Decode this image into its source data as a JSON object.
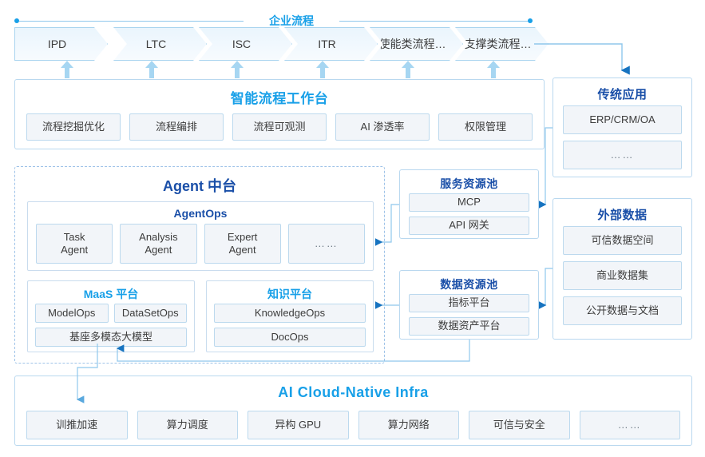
{
  "band": {
    "label": "企业流程"
  },
  "chevrons": [
    {
      "label": "IPD"
    },
    {
      "label": "LTC"
    },
    {
      "label": "ISC"
    },
    {
      "label": "ITR"
    },
    {
      "label": "使能类流程…"
    },
    {
      "label": "支撑类流程…"
    }
  ],
  "workbench": {
    "title": "智能流程工作台",
    "items": [
      {
        "label": "流程挖掘优化"
      },
      {
        "label": "流程编排"
      },
      {
        "label": "流程可观测"
      },
      {
        "label": "AI 渗透率"
      },
      {
        "label": "权限管理"
      }
    ]
  },
  "agent": {
    "title": "Agent 中台",
    "agentops": {
      "title": "AgentOps",
      "items": [
        {
          "label": "Task\nAgent"
        },
        {
          "label": "Analysis\nAgent"
        },
        {
          "label": "Expert\nAgent"
        },
        {
          "label": "……"
        }
      ]
    },
    "maas": {
      "title": "MaaS 平台",
      "row1": [
        {
          "label": "ModelOps"
        },
        {
          "label": "DataSetOps"
        }
      ],
      "row2": [
        {
          "label": "基座多模态大模型"
        }
      ]
    },
    "knowledge": {
      "title": "知识平台",
      "row1": [
        {
          "label": "KnowledgeOps"
        }
      ],
      "row2": [
        {
          "label": "DocOps"
        }
      ]
    }
  },
  "service_pool": {
    "title": "服务资源池",
    "items": [
      {
        "label": "MCP"
      },
      {
        "label": "API 网关"
      }
    ]
  },
  "data_pool": {
    "title": "数据资源池",
    "items": [
      {
        "label": "指标平台"
      },
      {
        "label": "数据资产平台"
      }
    ]
  },
  "legacy_apps": {
    "title": "传统应用",
    "items": [
      {
        "label": "ERP/CRM/OA"
      },
      {
        "label": "……"
      }
    ]
  },
  "external_data": {
    "title": "外部数据",
    "items": [
      {
        "label": "可信数据空间"
      },
      {
        "label": "商业数据集"
      },
      {
        "label": "公开数据与文档"
      }
    ]
  },
  "infra": {
    "title": "AI Cloud-Native Infra",
    "items": [
      {
        "label": "训推加速"
      },
      {
        "label": "算力调度"
      },
      {
        "label": "异构 GPU"
      },
      {
        "label": "算力网络"
      },
      {
        "label": "可信与安全"
      },
      {
        "label": "……"
      }
    ]
  },
  "colors": {
    "accent_blue": "#18a0e8",
    "navy": "#1a4fa8",
    "chip_fill": "#f2f5f9",
    "chip_border": "#bcd9ee",
    "panel_border": "#b9d8ef",
    "wire": "#8fc7ec",
    "arrow": "#1673c0",
    "chevron_fill": "#eaf5fd"
  }
}
